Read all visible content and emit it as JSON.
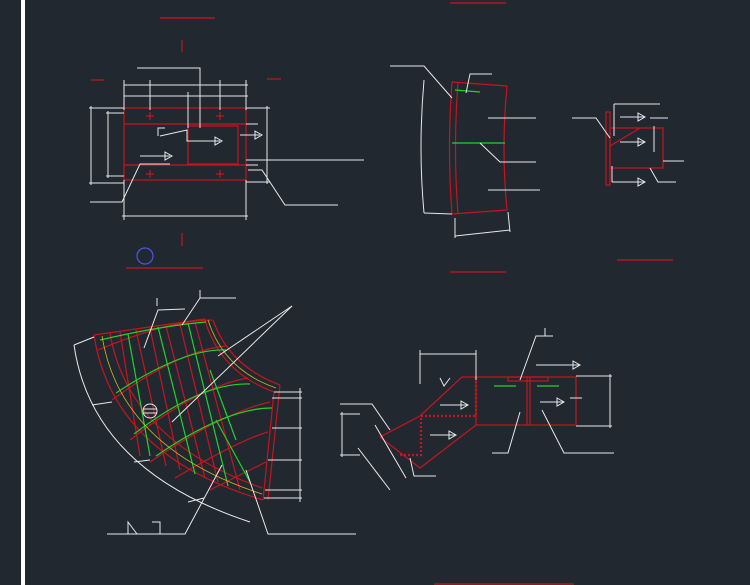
{
  "canvas": {
    "background": "#212830",
    "colors": {
      "line": "#e8e8e8",
      "steel": "#c8141e",
      "weld": "#22d12c",
      "center": "#c8b428",
      "marker": "#4a56e6"
    }
  },
  "drawings": [
    {
      "id": "detail-top-left"
    },
    {
      "id": "detail-top-middle"
    },
    {
      "id": "detail-top-right"
    },
    {
      "id": "detail-bottom-left-curved"
    },
    {
      "id": "detail-bottom-right"
    }
  ]
}
